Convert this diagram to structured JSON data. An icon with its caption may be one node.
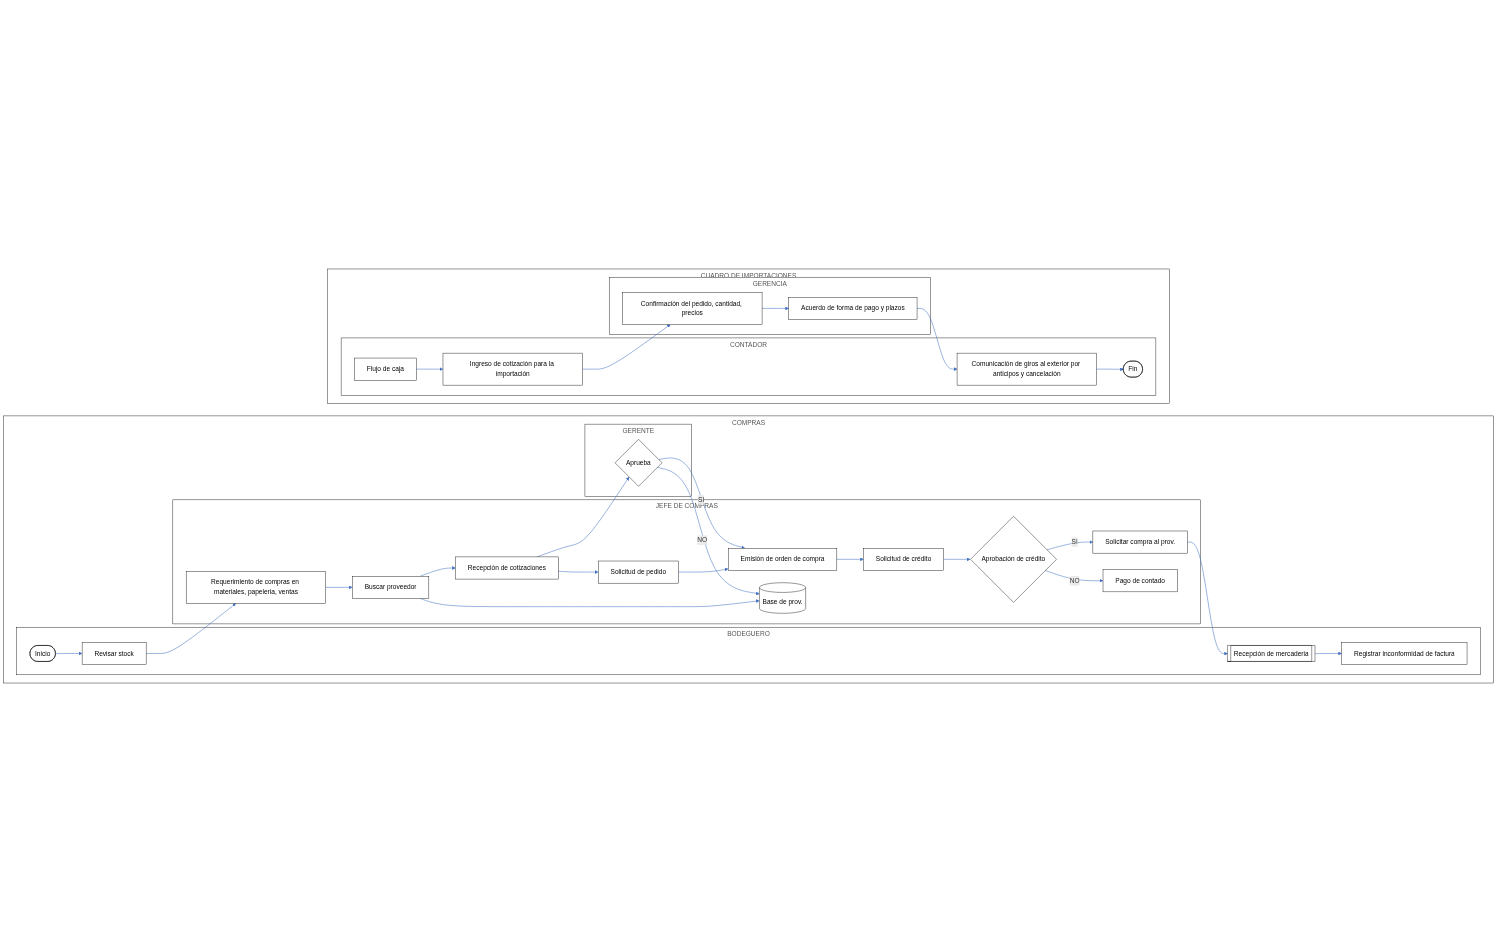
{
  "diagram": {
    "nodes": [
      {
        "text": [
          "COMPRAS"
        ]
      },
      {
        "text": [
          "BODEGUERO"
        ],
        "in": 0
      },
      {
        "text": [
          "Inicio"
        ],
        "in": 1
      },
      {
        "text": [
          "Revisar stock"
        ],
        "in": 1
      },
      {
        "text": [
          "Registrar inconformidad de factura"
        ],
        "in": 1
      },
      {
        "text": [
          "Recepción de mercaderia"
        ],
        "in": 1
      },
      {
        "text": [
          "JEFE DE COMPRAS"
        ],
        "in": 0
      },
      {
        "text": [
          "Requerimiento de compras en materiales, papeleria, ventas"
        ],
        "in": 6
      },
      {
        "text": [
          "Buscar proveedor"
        ],
        "in": 6
      },
      {
        "text": [
          "Recepción de cotizaciones"
        ],
        "in": 6
      },
      {
        "text": [
          "Solicitud de pedido"
        ],
        "in": 6
      },
      {
        "text": [
          "Emisión de orden de compra"
        ],
        "in": 6
      },
      {
        "text": [
          "Solicitud de crédito"
        ],
        "in": 6
      },
      {
        "text": [
          "Aprobación de crédito"
        ],
        "in": 6
      },
      {
        "text": [
          "Solicitar compra al prov."
        ],
        "in": 6
      },
      {
        "text": [
          "Base de prov."
        ],
        "in": 6
      },
      {
        "text": [
          "Pago de contado"
        ],
        "in": 6
      },
      {
        "text": [
          "GERENTE"
        ],
        "in": 0
      },
      {
        "text": [
          "Aprueba"
        ],
        "in": 17
      },
      {
        "text": [
          "CUADRO DE IMPORTACIONES"
        ]
      },
      {
        "text": [
          "CONTADOR"
        ],
        "in": 19
      },
      {
        "text": [
          "Flujo de caja"
        ],
        "in": 20
      },
      {
        "text": [
          "Ingreso de cotización para la importación"
        ],
        "in": 20
      },
      {
        "text": [
          "Comunicación de giros al exterior por anticipos y cancelación"
        ],
        "in": 20
      },
      {
        "text": [
          "Fin"
        ],
        "in": 20
      },
      {
        "text": [
          "GERENCIA"
        ],
        "in": 19
      },
      {
        "text": [
          "Confirmación del pedido, cantidad, precios"
        ],
        "in": 25
      },
      {
        "text": [
          "Acuerdo de forma de pago y plazos"
        ],
        "in": 25
      }
    ],
    "edges": [
      {
        "from": 2,
        "to": 3,
        "arrow": "to"
      },
      {
        "from": 3,
        "to": 7,
        "arrow": "to"
      },
      {
        "from": 7,
        "to": 8,
        "arrow": "to"
      },
      {
        "from": 8,
        "to": 9,
        "arrow": "to"
      },
      {
        "from": 9,
        "to": 10,
        "arrow": "to"
      },
      {
        "from": 10,
        "to": 11,
        "arrow": "to"
      },
      {
        "from": 11,
        "to": 12,
        "arrow": "to"
      },
      {
        "from": 12,
        "to": 13,
        "arrow": "to"
      },
      {
        "from": 13,
        "to": 14,
        "arrow": "to",
        "label": "SI"
      },
      {
        "from": 13,
        "to": 16,
        "arrow": "to",
        "label": "NO"
      },
      {
        "from": 14,
        "to": 5,
        "arrow": "to"
      },
      {
        "from": 5,
        "to": 4,
        "arrow": "to"
      },
      {
        "from": 8,
        "to": 15,
        "arrow": "to"
      },
      {
        "from": 9,
        "to": 18,
        "arrow": "to"
      },
      {
        "from": 18,
        "to": 15,
        "arrow": "to",
        "label": "NO"
      },
      {
        "from": 18,
        "to": 11,
        "arrow": "to",
        "label": "SI"
      },
      {
        "from": 21,
        "to": 22,
        "arrow": "to"
      },
      {
        "from": 22,
        "to": 26,
        "arrow": "to"
      },
      {
        "from": 26,
        "to": 27,
        "arrow": "to"
      },
      {
        "from": 27,
        "to": 23,
        "arrow": "to"
      },
      {
        "from": 23,
        "to": 24,
        "arrow": "to"
      }
    ]
  }
}
